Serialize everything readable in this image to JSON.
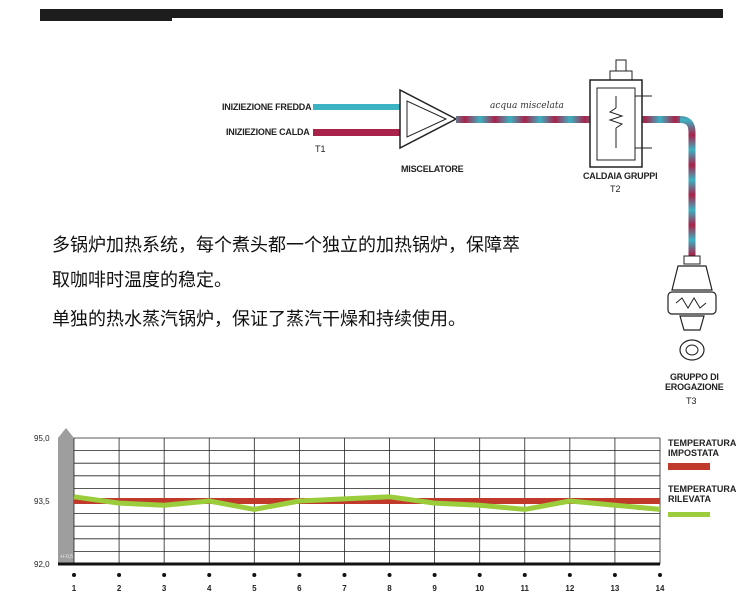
{
  "diagram": {
    "inputs": [
      {
        "label": "INIZIEZIONE FREDDA",
        "color": "#3bb3c3"
      },
      {
        "label": "INIZIEZIONE CALDA",
        "color": "#a8224a"
      }
    ],
    "t1_label": "T1",
    "mixer_label": "MISCELATORE",
    "mix_label": "acqua miscelata",
    "boiler_label": "CALDAIA GRUPPI",
    "t2_label": "T2",
    "group_label_line1": "GRUPPO DI",
    "group_label_line2": "EROGAZIONE",
    "t3_label": "T3"
  },
  "description": {
    "line1": "多锅炉加热系统，每个煮头都一个独立的加热锅炉，保障萃",
    "line2": "取咖啡时温度的稳定。",
    "line3": "单独的热水蒸汽锅炉，保证了蒸汽干燥和持续使用。"
  },
  "chart_data": {
    "type": "line",
    "x": [
      1,
      2,
      3,
      4,
      5,
      6,
      7,
      8,
      9,
      10,
      11,
      12,
      13,
      14
    ],
    "y_ticks": [
      "95,0",
      "93,5",
      "92,0"
    ],
    "ylim": [
      92.0,
      95.0
    ],
    "y_range_label": "+/-0,5",
    "series": [
      {
        "name": "TEMPERATURA IMPOSTATA",
        "color": "#c0392b",
        "values": [
          93.5,
          93.5,
          93.5,
          93.5,
          93.5,
          93.5,
          93.5,
          93.5,
          93.5,
          93.5,
          93.5,
          93.5,
          93.5,
          93.5
        ]
      },
      {
        "name": "TEMPERATURA RILEVATA",
        "color": "#9bcc3c",
        "values": [
          93.6,
          93.45,
          93.4,
          93.5,
          93.3,
          93.5,
          93.55,
          93.6,
          93.45,
          93.4,
          93.3,
          93.5,
          93.4,
          93.3
        ]
      }
    ],
    "legend": "right",
    "grid": true
  }
}
